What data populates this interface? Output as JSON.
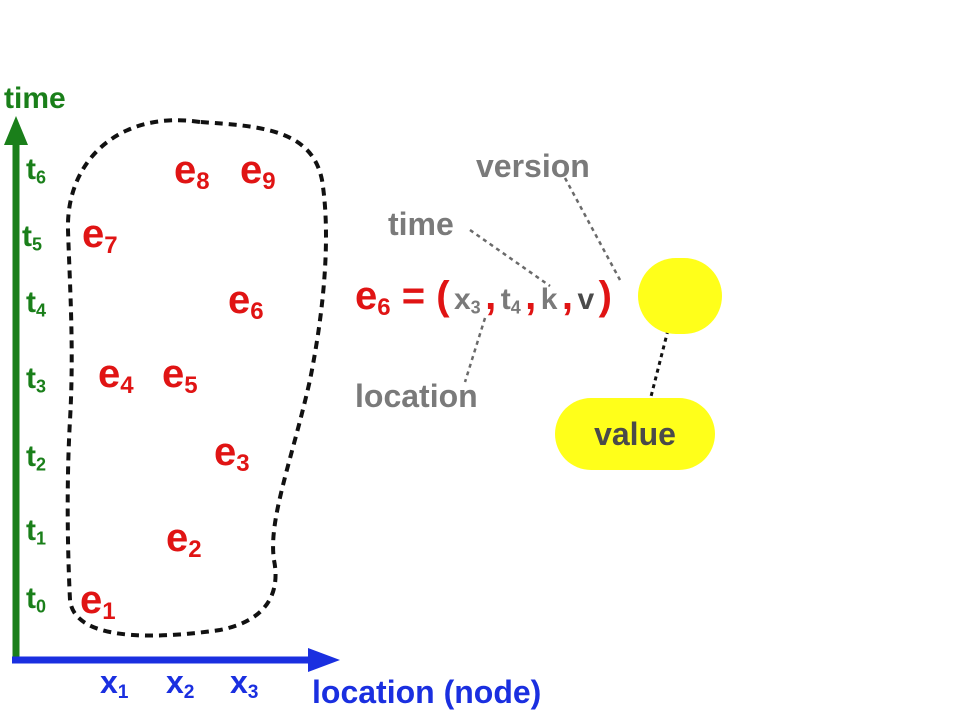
{
  "axes": {
    "y_label": "time",
    "x_label": "location (node)",
    "y_ticks": [
      {
        "base": "t",
        "sub": "6"
      },
      {
        "base": "t",
        "sub": "5"
      },
      {
        "base": "t",
        "sub": "4"
      },
      {
        "base": "t",
        "sub": "3"
      },
      {
        "base": "t",
        "sub": "2"
      },
      {
        "base": "t",
        "sub": "1"
      },
      {
        "base": "t",
        "sub": "0"
      }
    ],
    "x_ticks": [
      {
        "base": "x",
        "sub": "1"
      },
      {
        "base": "x",
        "sub": "2"
      },
      {
        "base": "x",
        "sub": "3"
      }
    ]
  },
  "events": [
    {
      "base": "e",
      "sub": "8"
    },
    {
      "base": "e",
      "sub": "9"
    },
    {
      "base": "e",
      "sub": "7"
    },
    {
      "base": "e",
      "sub": "6"
    },
    {
      "base": "e",
      "sub": "4"
    },
    {
      "base": "e",
      "sub": "5"
    },
    {
      "base": "e",
      "sub": "3"
    },
    {
      "base": "e",
      "sub": "2"
    },
    {
      "base": "e",
      "sub": "1"
    }
  ],
  "tuple": {
    "lhs_base": "e",
    "lhs_sub": "6",
    "equals_open": " = (",
    "loc_base": "x",
    "loc_sub": "3",
    "comma": ",",
    "time_base": "t",
    "time_sub": "4",
    "version": "k",
    "value": "v",
    "close": ")"
  },
  "annotations": {
    "version": "version",
    "time": "time",
    "location": "location",
    "value": "value"
  },
  "colors": {
    "time_axis": "#1a7f1a",
    "location_axis": "#1a2fe0",
    "event": "#e01414",
    "annotation": "#7a7a7a",
    "highlight": "#ffff1a"
  }
}
